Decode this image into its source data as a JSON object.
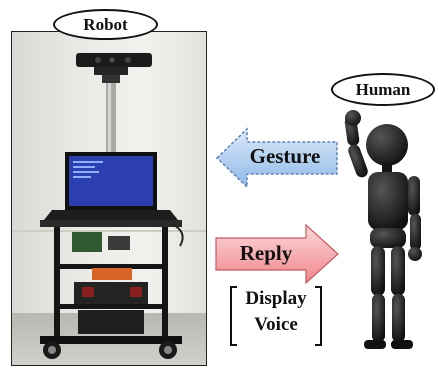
{
  "labels": {
    "robot": "Robot",
    "human": "Human"
  },
  "arrows": {
    "gesture": {
      "label": "Gesture",
      "color": "#9dc3ec",
      "direction": "left"
    },
    "reply": {
      "label": "Reply",
      "color": "#f08a8f",
      "direction": "right"
    }
  },
  "reply_modes": [
    "Display",
    "Voice"
  ],
  "colors": {
    "human_figure": "#1a1a1a",
    "laptop_screen": "#2b3fb0",
    "robot_frame": "#151515",
    "accent_orange": "#d8642a"
  },
  "icons": {
    "robot": "robot-photo",
    "human": "human-figure-icon"
  }
}
